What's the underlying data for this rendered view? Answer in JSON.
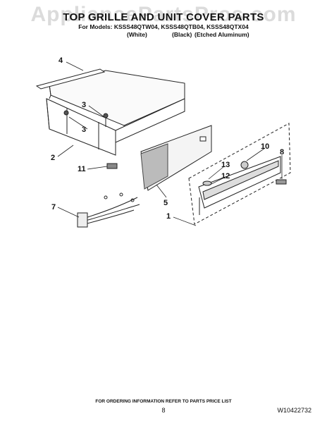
{
  "header": {
    "watermark": "AppliancePartsPros.com",
    "title": "TOP GRILLE AND UNIT COVER PARTS",
    "models_line": "For Models: KSSS48QTW04, KSSS48QTB04, KSSS48QTX04",
    "variants": [
      "(White)",
      "(Black)",
      "(Etched Aluminum)"
    ]
  },
  "callouts": {
    "c4": "4",
    "c3a": "3",
    "c3b": "3",
    "c2": "2",
    "c11": "11",
    "c7": "7",
    "c5": "5",
    "c1": "1",
    "c10": "10",
    "c8": "8",
    "c13": "13",
    "c12": "12"
  },
  "footer": {
    "note": "FOR ORDERING INFORMATION REFER TO PARTS PRICE LIST",
    "page": "8",
    "doc_id": "W10422732"
  }
}
